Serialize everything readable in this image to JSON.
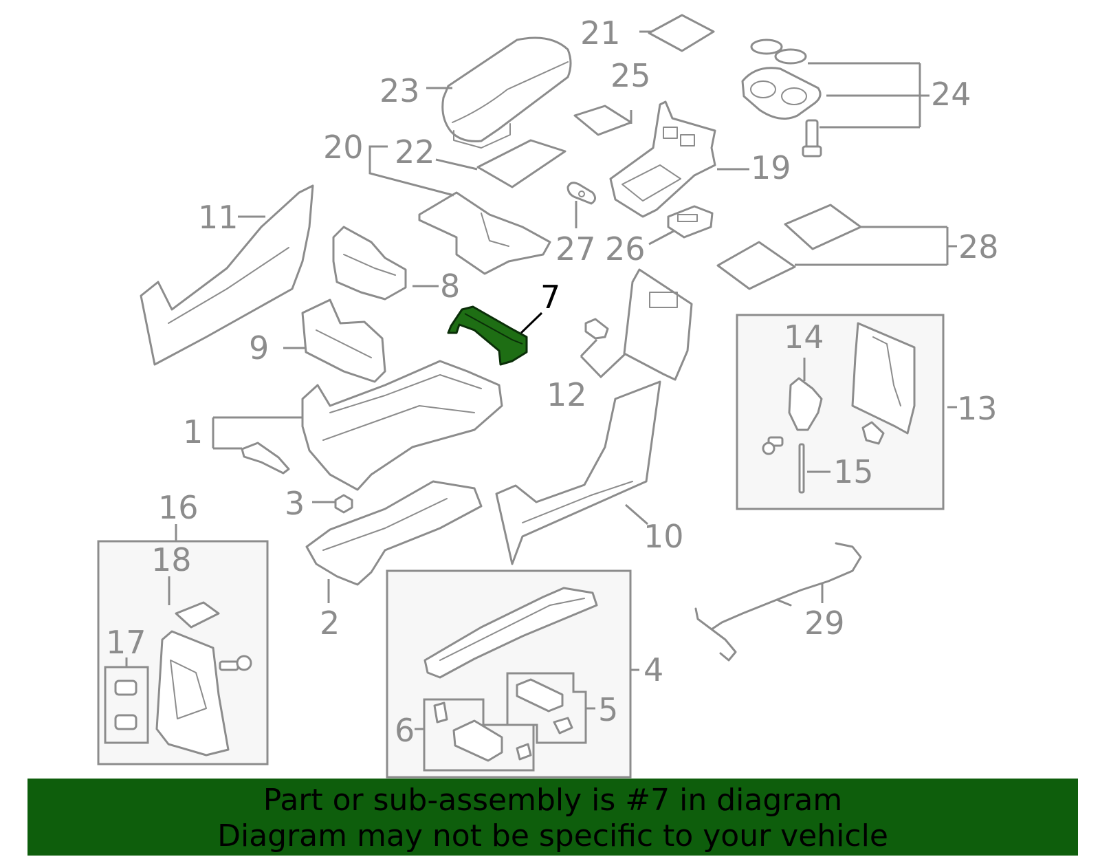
{
  "highlight": {
    "callout": "7",
    "color": "#1e6e14"
  },
  "callouts": [
    "1",
    "2",
    "3",
    "4",
    "5",
    "6",
    "7",
    "8",
    "9",
    "10",
    "11",
    "12",
    "13",
    "14",
    "15",
    "16",
    "17",
    "18",
    "19",
    "20",
    "21",
    "22",
    "23",
    "24",
    "25",
    "26",
    "27",
    "28",
    "29"
  ],
  "banner": {
    "line1": "Part or sub-assembly is #7 in diagram",
    "line2": "Diagram may not be specific to your vehicle",
    "background": "#0e5e0c"
  }
}
